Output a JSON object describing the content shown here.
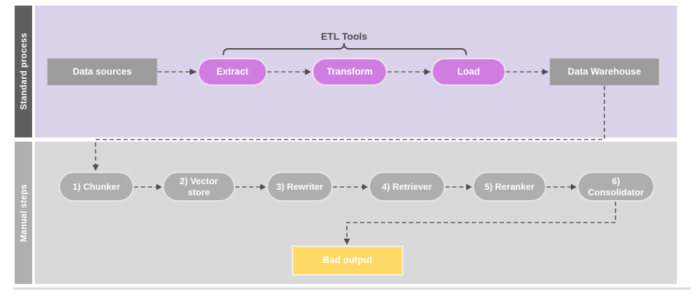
{
  "diagram": {
    "lanes": [
      {
        "label": "Standard process"
      },
      {
        "label": "Manual steps"
      }
    ],
    "group_label": "ETL Tools",
    "standard_process": {
      "nodes": [
        {
          "label": "Data sources",
          "shape": "rectangle"
        },
        {
          "label": "Extract",
          "shape": "pill"
        },
        {
          "label": "Transform",
          "shape": "pill"
        },
        {
          "label": "Load",
          "shape": "pill"
        },
        {
          "label": "Data Warehouse",
          "shape": "rectangle"
        }
      ]
    },
    "manual_steps": {
      "nodes": [
        {
          "label": "1) Chunker"
        },
        {
          "label": "2) Vector store"
        },
        {
          "label": "3) Rewriter"
        },
        {
          "label": "4) Retriever"
        },
        {
          "label": "5) Reranker"
        },
        {
          "label": "6) Consolidator"
        }
      ],
      "output": {
        "label": "Bad output"
      }
    },
    "colors": {
      "standard_lane_bg": "#d9d2e9",
      "standard_lane_header": "#5f5f5f",
      "manual_lane_bg": "#d9d9d9",
      "manual_lane_header": "#afafaf",
      "etl_pill": "#cf7de0",
      "gray_rect": "#9c9c9c",
      "manual_pill": "#aeaeae",
      "bad_output": "#ffd966",
      "connector": "#595959",
      "label_text": "#4a4a4a",
      "node_text": "#ffffff"
    }
  }
}
